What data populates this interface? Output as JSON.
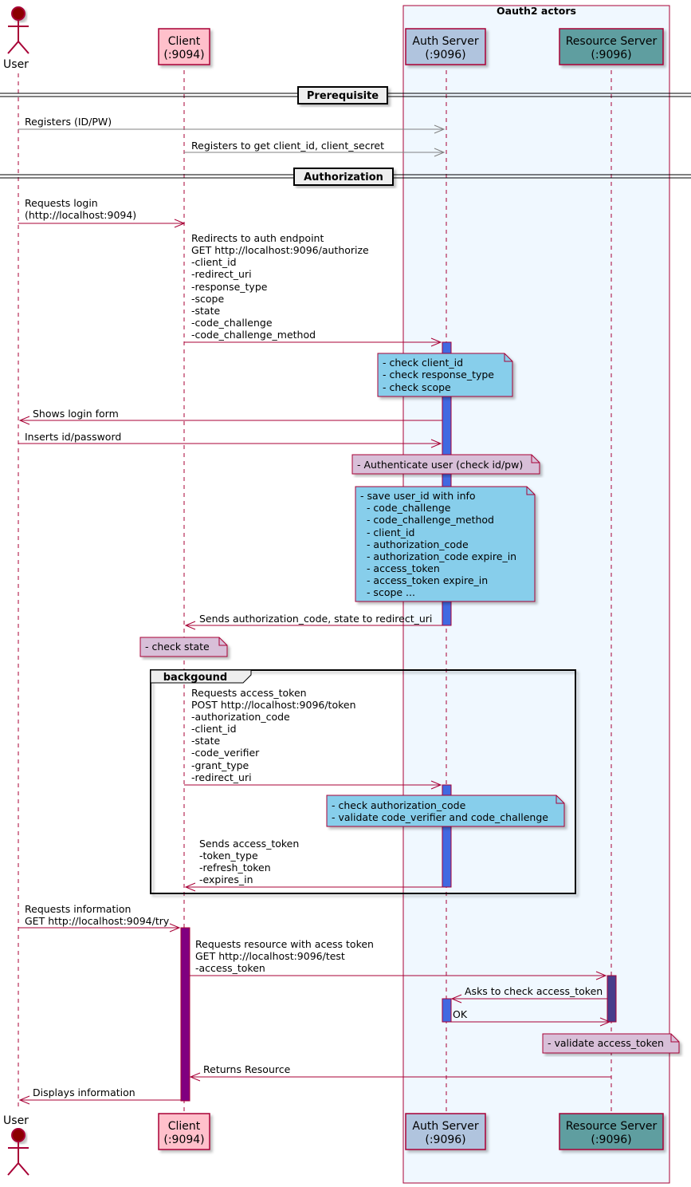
{
  "group": {
    "title": "Oauth2 actors"
  },
  "participants": {
    "user": {
      "label": "User"
    },
    "client": {
      "line1": "Client",
      "line2": "(:9094)"
    },
    "auth": {
      "line1": "Auth Server",
      "line2": "(:9096)"
    },
    "resource": {
      "line1": "Resource Server",
      "line2": "(:9096)"
    }
  },
  "dividers": {
    "prerequisite": "Prerequisite",
    "authorization": "Authorization"
  },
  "frame": {
    "label": "backgound"
  },
  "messages": [
    {
      "id": "m1",
      "lines": [
        "Registers (ID/PW)"
      ]
    },
    {
      "id": "m2",
      "lines": [
        "Registers to get client_id, client_secret"
      ]
    },
    {
      "id": "m3",
      "lines": [
        "Requests login",
        "(http://localhost:9094)"
      ]
    },
    {
      "id": "m4",
      "lines": [
        "Redirects to auth endpoint",
        "GET http://localhost:9096/authorize",
        "-client_id",
        "-redirect_uri",
        "-response_type",
        "-scope",
        "-state",
        "-code_challenge",
        "-code_challenge_method"
      ]
    },
    {
      "id": "m5",
      "lines": [
        "Shows login form"
      ]
    },
    {
      "id": "m6",
      "lines": [
        "Inserts id/password"
      ]
    },
    {
      "id": "m7",
      "lines": [
        "Sends authorization_code, state to redirect_uri"
      ]
    },
    {
      "id": "m8",
      "lines": [
        "Requests access_token",
        "POST http://localhost:9096/token",
        "-authorization_code",
        "-client_id",
        "-state",
        "-code_verifier",
        "-grant_type",
        "-redirect_uri"
      ]
    },
    {
      "id": "m9",
      "lines": [
        "Sends access_token",
        "-token_type",
        "-refresh_token",
        "-expires_in"
      ]
    },
    {
      "id": "m10",
      "lines": [
        "Requests information",
        "GET http://localhost:9094/try"
      ]
    },
    {
      "id": "m11",
      "lines": [
        "Requests resource with acess token",
        "GET http://localhost:9096/test",
        "-access_token"
      ]
    },
    {
      "id": "m12",
      "lines": [
        "Asks to check access_token"
      ]
    },
    {
      "id": "m13",
      "lines": [
        "OK"
      ]
    },
    {
      "id": "m14",
      "lines": [
        "Returns Resource"
      ]
    },
    {
      "id": "m15",
      "lines": [
        "Displays information"
      ]
    }
  ],
  "notes": [
    {
      "id": "n1",
      "lines": [
        "- check client_id",
        "- check response_type",
        "- check scope"
      ]
    },
    {
      "id": "n2",
      "lines": [
        "- Authenticate user (check id/pw)"
      ]
    },
    {
      "id": "n3",
      "lines": [
        "- save user_id with info",
        "  - code_challenge",
        "  - code_challenge_method",
        "  - client_id",
        "  - authorization_code",
        "  - authorization_code expire_in",
        "  - access_token",
        "  - access_token expire_in",
        "  - scope ..."
      ]
    },
    {
      "id": "n4",
      "lines": [
        "- check state"
      ]
    },
    {
      "id": "n5",
      "lines": [
        "- check authorization_code",
        "- validate code_verifier and code_challenge"
      ]
    },
    {
      "id": "n6",
      "lines": [
        "- validate access_token"
      ]
    }
  ],
  "colors": {
    "line": "#A80036",
    "client_box": "#FFC0CB",
    "auth_box": "#B0C4DE",
    "resource_box": "#5F9EA0",
    "group_bg": "#F0F8FF",
    "note_blue": "#87CEEB",
    "note_pink": "#D8BFD8",
    "auth_activation": "#4169E1",
    "client_activation": "#800080",
    "resource_activation": "#483D8B",
    "gray_arrow": "#808080"
  }
}
